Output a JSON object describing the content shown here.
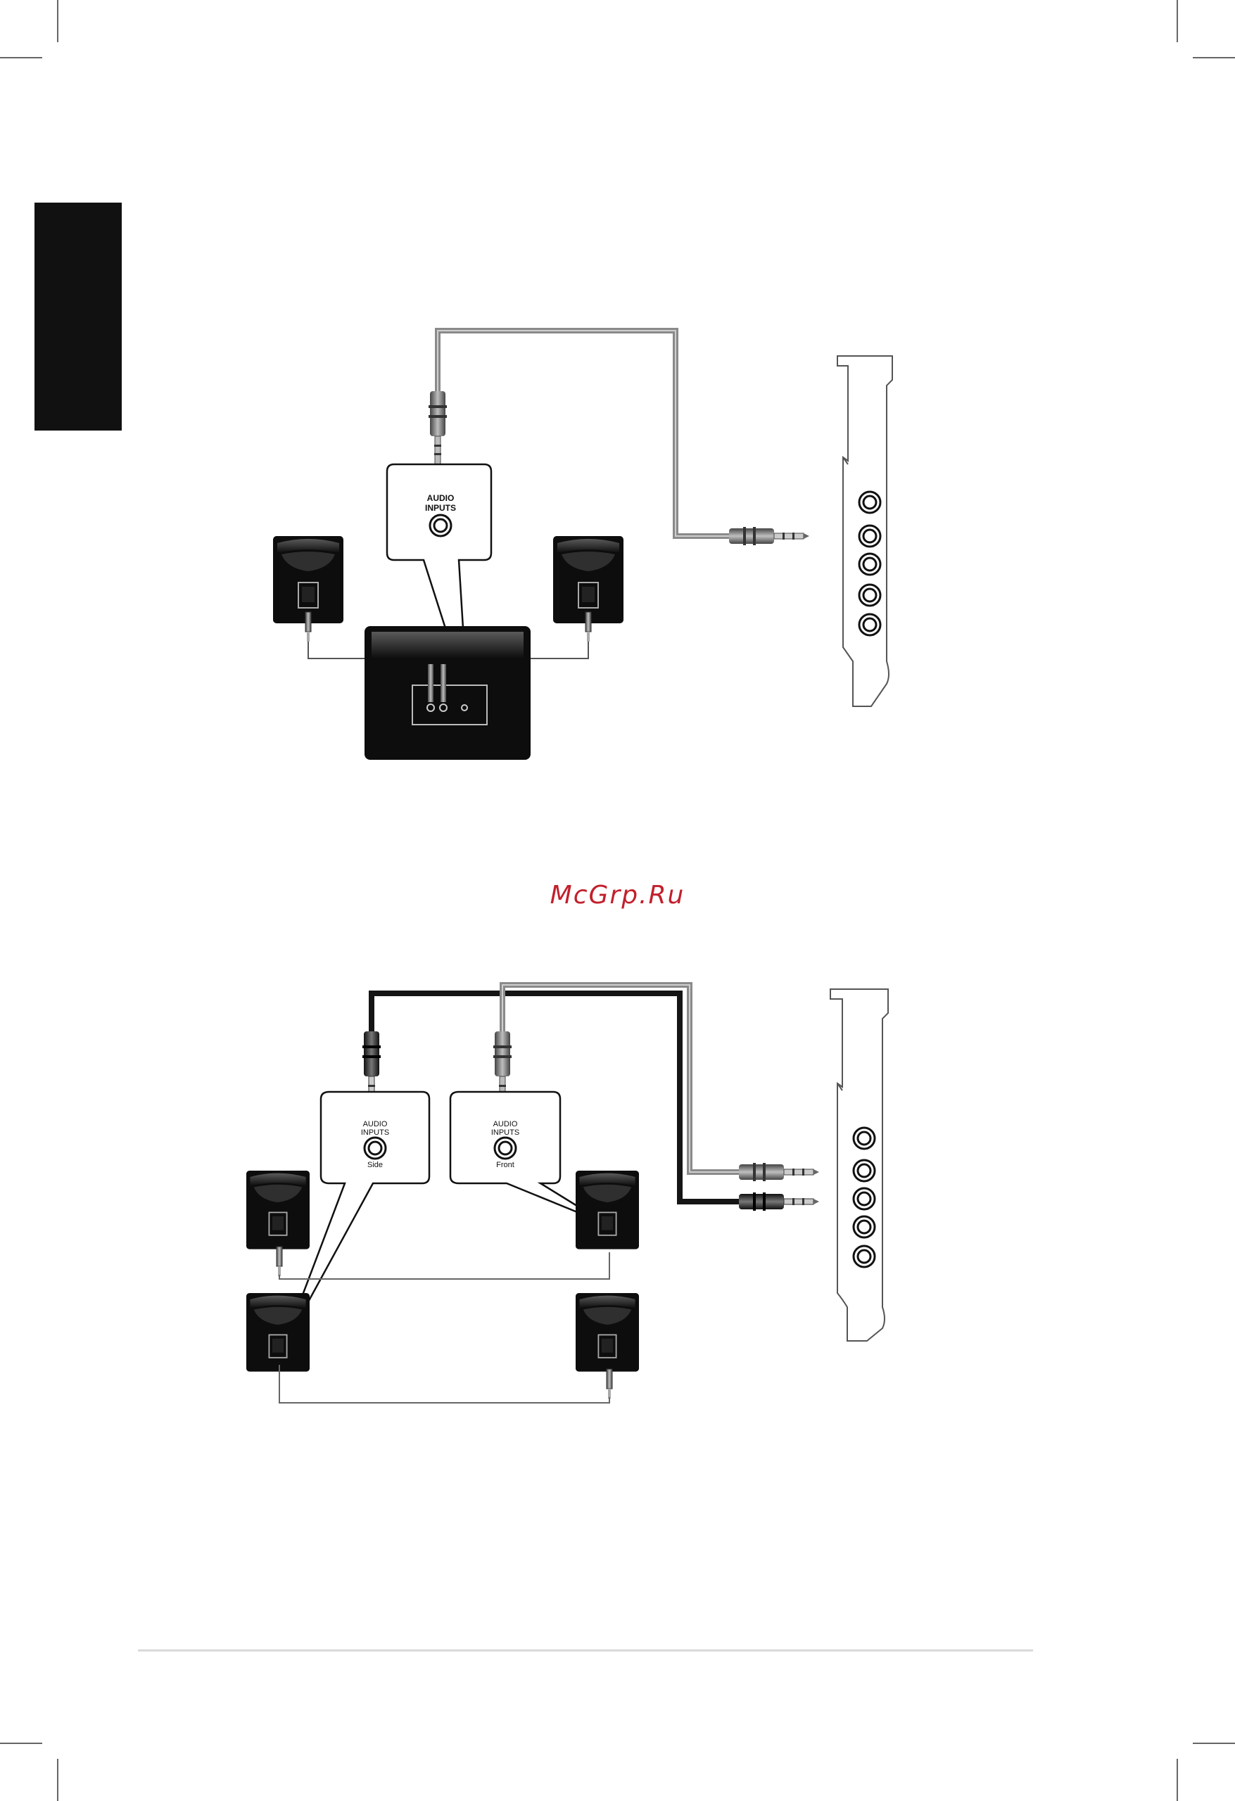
{
  "watermark": {
    "text": "McGrp.Ru",
    "color": "#c2202c"
  },
  "diagram_2ch": {
    "callout_line1": "AUDIO",
    "callout_line2": "INPUTS"
  },
  "diagram_4ch": {
    "callout_left": {
      "line1": "AUDIO",
      "line2": "INPUTS",
      "name": "Side"
    },
    "callout_right": {
      "line1": "AUDIO",
      "line2": "INPUTS",
      "name": "Front"
    }
  },
  "colors": {
    "speaker_body": "#0d0d0d",
    "cable_gray": "#8a8a8a",
    "cable_black": "#151515",
    "side_tab": "#111111",
    "footer_rule": "#d8d8d8"
  },
  "icons": [
    "speaker-icon",
    "subwoofer-icon",
    "sound-card-bracket-icon",
    "audio-jack-icon",
    "stereo-plug-icon"
  ]
}
